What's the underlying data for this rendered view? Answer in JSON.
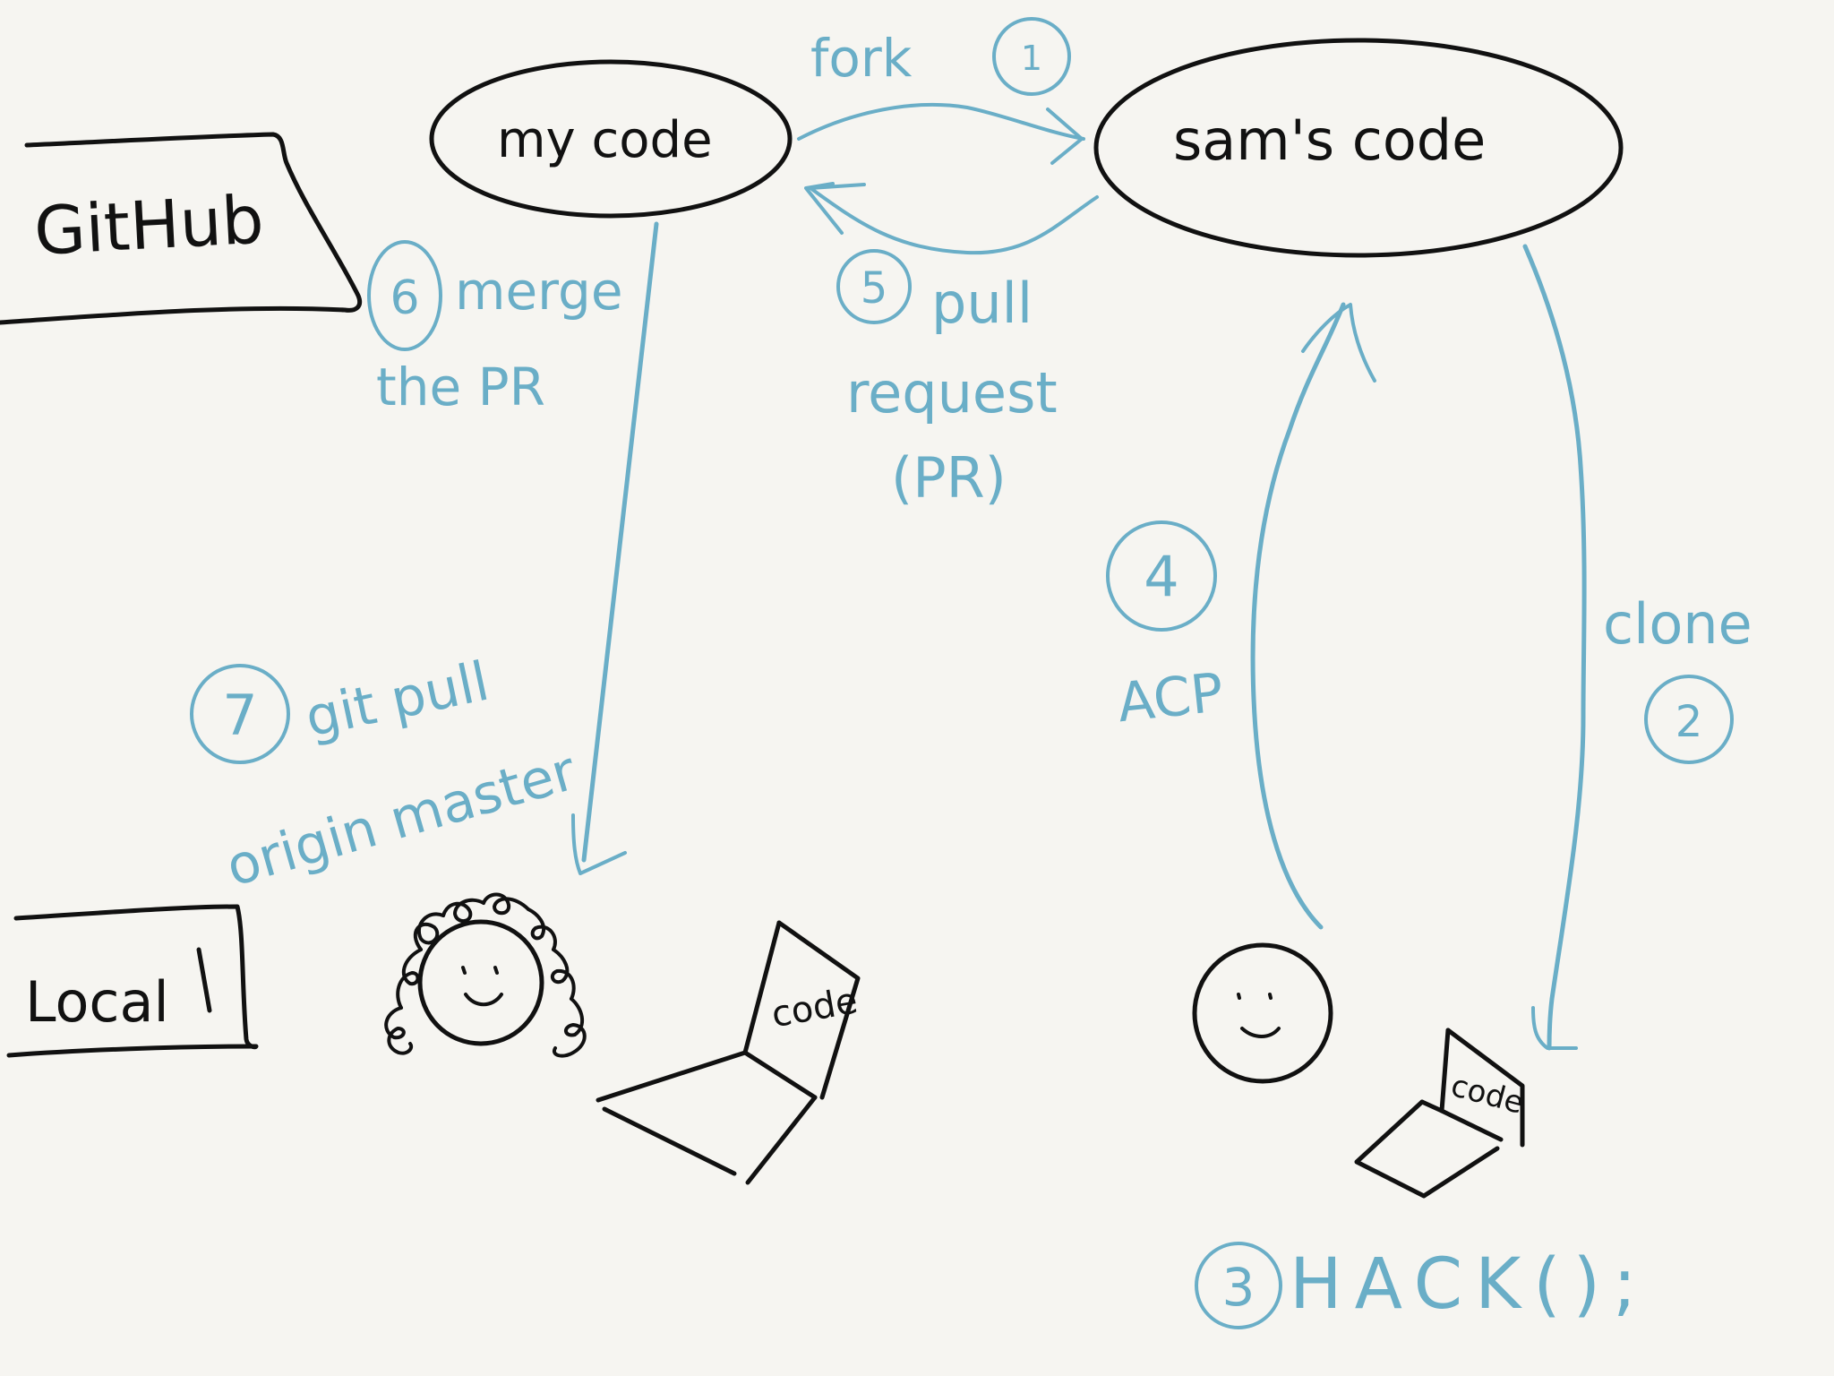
{
  "colors": {
    "background": "#f6f5f1",
    "ink": "#111111",
    "accent": "#6aaec7"
  },
  "labels": {
    "github": "GitHub",
    "local": "Local",
    "my_code": "my code",
    "sams_code": "sam's code",
    "laptop_screen": "code"
  },
  "steps": [
    {
      "number": "1",
      "text": "fork"
    },
    {
      "number": "2",
      "text": "clone"
    },
    {
      "number": "3",
      "text": "HACK();"
    },
    {
      "number": "4",
      "text": "ACP"
    },
    {
      "number": "5",
      "text_lines": [
        "pull",
        "request",
        "(PR)"
      ]
    },
    {
      "number": "6",
      "text_lines": [
        "merge",
        "the PR"
      ]
    },
    {
      "number": "7",
      "text_lines": [
        "git pull",
        "origin master"
      ]
    }
  ]
}
